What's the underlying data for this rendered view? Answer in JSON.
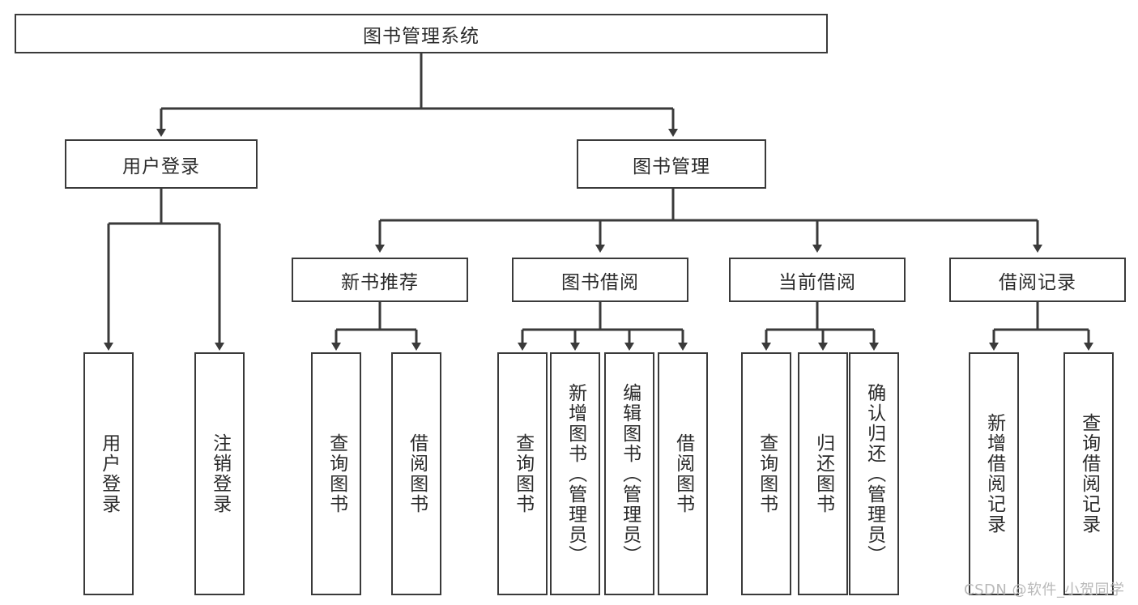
{
  "diagram": {
    "type": "tree",
    "title": "图书管理系统",
    "watermark": "CSDN @软件_小贺同学",
    "colors": {
      "stroke": "#3a3a3a",
      "text": "#2b2b2b",
      "background": "#ffffff",
      "watermark": "#b9b9b9"
    },
    "root": {
      "label": "图书管理系统"
    },
    "level2": [
      {
        "label": "用户登录"
      },
      {
        "label": "图书管理"
      }
    ],
    "level3": [
      {
        "label": "新书推荐"
      },
      {
        "label": "图书借阅"
      },
      {
        "label": "当前借阅"
      },
      {
        "label": "借阅记录"
      }
    ],
    "leaves": {
      "user_login": [
        {
          "label": "用户登录"
        },
        {
          "label": "注销登录"
        }
      ],
      "new_book": [
        {
          "label": "查询图书"
        },
        {
          "label": "借阅图书"
        }
      ],
      "book_borrow": [
        {
          "label": "查询图书"
        },
        {
          "label": "新增图书（管理员）"
        },
        {
          "label": "编辑图书（管理员）"
        },
        {
          "label": "借阅图书"
        }
      ],
      "current_borrow": [
        {
          "label": "查询图书"
        },
        {
          "label": "归还图书"
        },
        {
          "label": "确认归还（管理员）"
        }
      ],
      "borrow_record": [
        {
          "label": "新增借阅记录"
        },
        {
          "label": "查询借阅记录"
        }
      ]
    }
  }
}
